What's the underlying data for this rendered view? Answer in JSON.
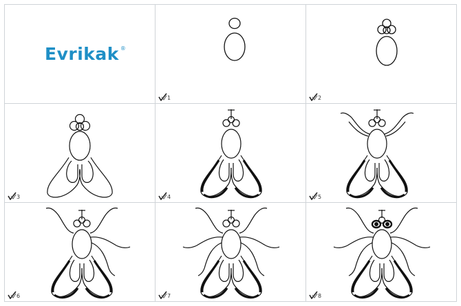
{
  "logo": {
    "text": "Evrikak",
    "registered_mark": "®",
    "color": "#1f8fc6"
  },
  "steps": [
    {
      "label": "1"
    },
    {
      "label": "2"
    },
    {
      "label": "3"
    },
    {
      "label": "4"
    },
    {
      "label": "5"
    },
    {
      "label": "6"
    },
    {
      "label": "7"
    },
    {
      "label": "8"
    }
  ]
}
